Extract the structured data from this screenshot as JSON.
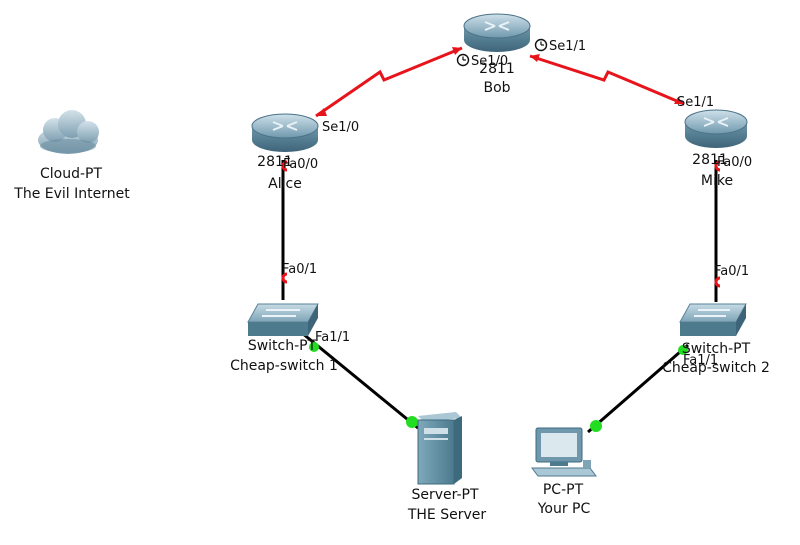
{
  "devices": {
    "cloud": {
      "model": "Cloud-PT",
      "name": "The Evil Internet"
    },
    "bob": {
      "model": "2811",
      "name": "Bob"
    },
    "alice": {
      "model": "2811",
      "name": "Alice"
    },
    "mike": {
      "model": "2811",
      "name": "Mike"
    },
    "switch1": {
      "model": "Switch-PT",
      "name": "Cheap-switch 1"
    },
    "switch2": {
      "model": "Switch-PT",
      "name": "Cheap-switch 2"
    },
    "server": {
      "model": "Server-PT",
      "name": "THE Server"
    },
    "pc": {
      "model": "PC-PT",
      "name": "Your PC"
    }
  },
  "ports": {
    "bob_left": "Se1/0",
    "bob_right": "Se1/1",
    "alice_serial": "Se1/0",
    "alice_fa": "Fa0/0",
    "mike_serial": "Se1/1",
    "mike_fa": "Fa0/0",
    "switch1_up": "Fa0/1",
    "switch1_down": "Fa1/1",
    "switch2_up": "Fa0/1",
    "switch2_down": "Fa1/1"
  },
  "colors": {
    "serial_link": "#e8141c",
    "ethernet_link": "#000000",
    "link_up": "#22dd22",
    "link_down": "#e8141c"
  }
}
